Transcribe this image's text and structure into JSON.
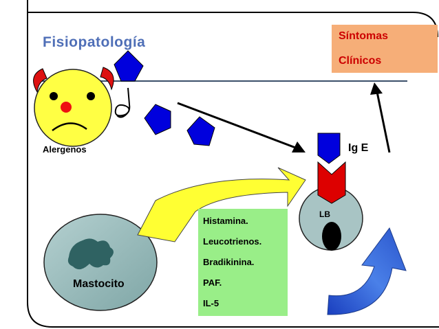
{
  "title": "Fisiopatología",
  "symptoms_box": {
    "line1": "Síntomas",
    "line2": "Clínicos"
  },
  "labels": {
    "allergens": "Alergenos",
    "ige": "Ig E",
    "lb": "LB",
    "mastocyte": "Mastocito"
  },
  "mediators": [
    "Histamina.",
    "Leucotrienos.",
    "Bradikinina.",
    "PAF.",
    "IL-5"
  ],
  "colors": {
    "title": "#4f6fb7",
    "symptoms_fill": "#f6ae78",
    "symptoms_text": "#cc0000",
    "mediators_fill": "#99ee88",
    "allergen_shape": "#0000dd",
    "ige_receptor": "#dd0000",
    "cell": "#99bbbb",
    "yellow_arrow": "#ffff33",
    "blue_arrow": "#3a6fd8"
  }
}
